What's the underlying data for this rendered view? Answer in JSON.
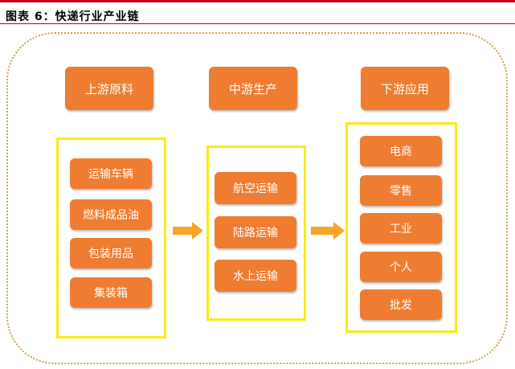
{
  "title": "图表 6：快递行业产业链",
  "colors": {
    "box": "#ee7d31",
    "group_border": "#f7ec16",
    "arrow": "#f5a623",
    "title_line": "#c0000f"
  },
  "headers": [
    "上游原料",
    "中游生产",
    "下游应用"
  ],
  "upstream": [
    "运输车辆",
    "燃料成品油",
    "包装用品",
    "集装箱"
  ],
  "midstream": [
    "航空运输",
    "陆路运输",
    "水上运输"
  ],
  "downstream": [
    "电商",
    "零售",
    "工业",
    "个人",
    "批发"
  ]
}
